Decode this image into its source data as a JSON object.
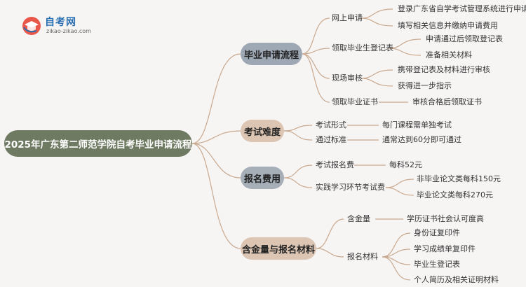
{
  "logo": {
    "title": "自考网",
    "subtitle": "zikao-zikao.com"
  },
  "root": {
    "label": "2025年广东第二师范学院自考毕业申请流程"
  },
  "branches": [
    {
      "label": "毕业申请流程",
      "children": [
        {
          "label": "网上申请",
          "leaves": [
            "登录广东省自学考试管理系统进行申请",
            "填写相关信息并缴纳申请费用"
          ]
        },
        {
          "label": "领取毕业生登记表",
          "leaves": [
            "申请通过后领取登记表",
            "准备相关材料"
          ]
        },
        {
          "label": "现场审核",
          "leaves": [
            "携带登记表及材料进行审核",
            "获得进一步指示"
          ]
        },
        {
          "label": "领取毕业证书",
          "leaves": [
            "审核合格后领取证书"
          ]
        }
      ]
    },
    {
      "label": "考试难度",
      "children": [
        {
          "label": "考试形式",
          "leaves": [
            "每门课程需单独考试"
          ]
        },
        {
          "label": "通过标准",
          "leaves": [
            "通常达到60分即可通过"
          ]
        }
      ]
    },
    {
      "label": "报名费用",
      "children": [
        {
          "label": "考试报名费",
          "leaves": [
            "每科52元"
          ]
        },
        {
          "label": "实践学习环节考试费",
          "leaves": [
            "非毕业论文类每科150元",
            "毕业论文类每科270元"
          ]
        }
      ]
    },
    {
      "label": "含金量与报名材料",
      "children": [
        {
          "label": "含金量",
          "leaves": [
            "学历证书社会认可度高"
          ]
        },
        {
          "label": "报名材料",
          "leaves": [
            "身份证复印件",
            "学习成绩单复印件",
            "毕业生登记表",
            "个人简历及相关证明材料"
          ]
        }
      ]
    }
  ],
  "colors": {
    "root": "#6e7a61",
    "line": "#c9a98f",
    "branch_gray": "#9ea7b4",
    "branch_tan": "#dcc5b3"
  }
}
